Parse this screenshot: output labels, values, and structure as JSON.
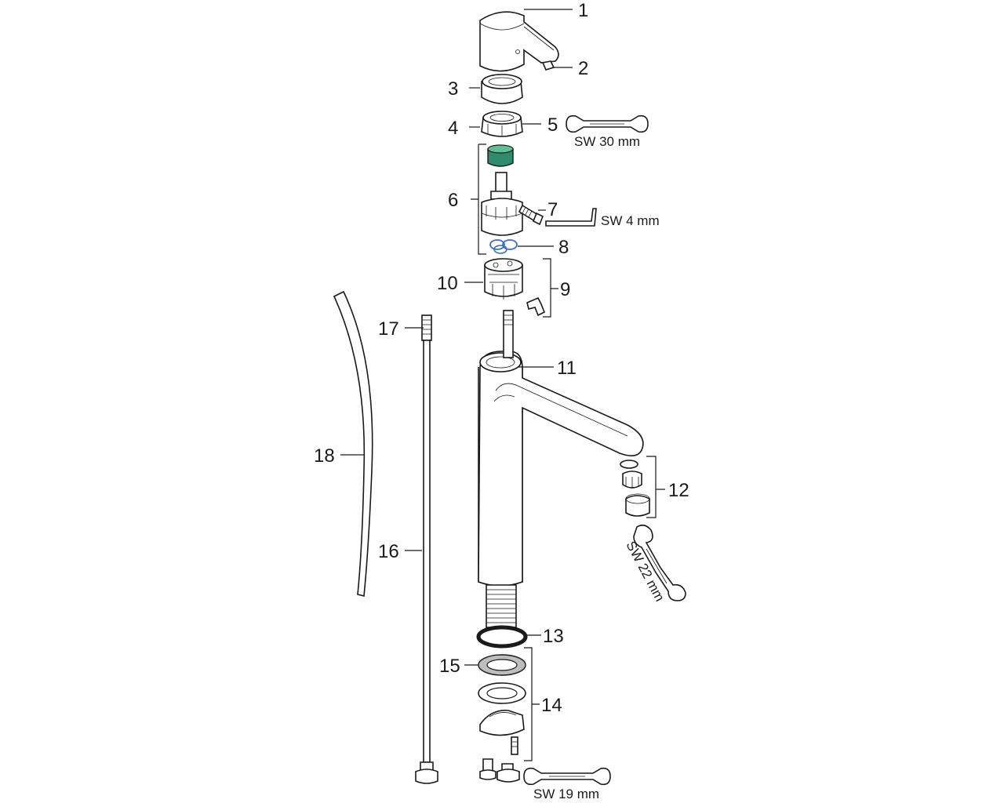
{
  "callouts": [
    "1",
    "2",
    "3",
    "4",
    "5",
    "6",
    "7",
    "8",
    "9",
    "10",
    "11",
    "12",
    "13",
    "14",
    "15",
    "16",
    "17",
    "18"
  ],
  "tool_sizes": {
    "wrench_30": "SW 30 mm",
    "hex_key_4": "SW 4 mm",
    "wrench_22": "SW 22 mm",
    "wrench_19": "SW 19 mm"
  },
  "colors": {
    "line": "#1a1a1a",
    "cartridge_seal": "#2e8b6b",
    "o_ring": "#3a6fbf",
    "washer": "#bdbdbd"
  }
}
